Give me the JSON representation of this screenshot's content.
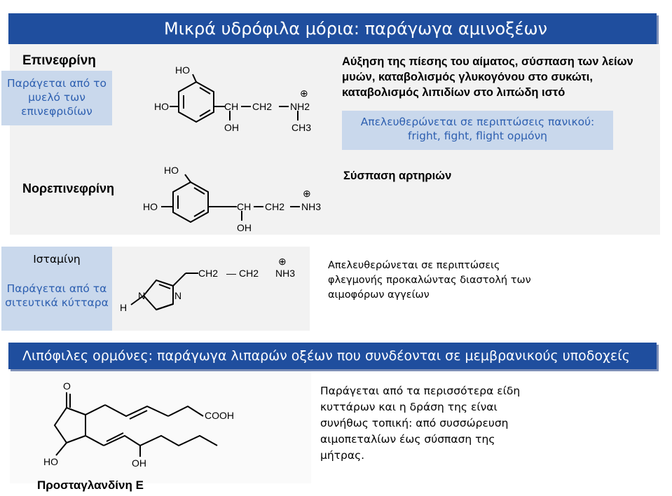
{
  "title": "Μικρά υδρόφιλα μόρια: παράγωγα αμινοξέων",
  "epinephrine": {
    "name": "Επινεφρίνη",
    "origin": "Παράγεται από το μυελό των επινεφριδίων",
    "effect": "Αύξηση της πίεσης του αίματος, σύσπαση των λείων μυών, καταβολισμός γλυκογόνου στο συκώτι, καταβολισμός λιπιδίων στο λιπώδη ιστό",
    "release": "Απελευθερώνεται σε περιπτώσεις πανικού: fright, fight, flight ορμόνη",
    "atoms": {
      "ho_top": "HO",
      "ho_left": "HO",
      "ch": "CH",
      "ch2": "CH2",
      "nh2": "NH2",
      "oh": "OH",
      "ch3": "CH3",
      "plus": "⊕"
    }
  },
  "norepinephrine": {
    "name": "Νορεπινεφρίνη",
    "effect": "Σύσπαση αρτηριών",
    "atoms": {
      "ho_top": "HO",
      "ho_left": "HO",
      "ch": "CH",
      "ch2": "CH2",
      "nh3": "NH3",
      "oh": "OH",
      "plus": "⊕"
    }
  },
  "histamine": {
    "name": "Ισταμίνη",
    "origin": "Παράγεται από τα σιτευτικά κύτταρα",
    "release": "Απελευθερώνεται σε περιπτώσεις φλεγμονής προκαλώντας διαστολή των αιμοφόρων αγγείων",
    "atoms": {
      "ch2a": "CH2",
      "dash": "—",
      "ch2b": "CH2",
      "nh3": "NH3",
      "plus": "⊕",
      "n1": "N",
      "n2": "N",
      "h": "H"
    }
  },
  "lipid_banner": "Λιπόφιλες ορμόνες: παράγωγα λιπαρών οξέων που συνδέονται σε μεμβρανικούς υποδοχείς",
  "prostaglandin": {
    "name": "Προσταγλανδίνη E",
    "description": "Παράγεται από τα περισσότερα είδη κυττάρων και η δράση της είναι συνήθως τοπική: από συσσώρευση αιμοπεταλίων έως σύσπαση της μήτρας.",
    "atoms": {
      "o": "O",
      "cooh": "COOH",
      "ho": "HO",
      "oh": "OH"
    }
  }
}
